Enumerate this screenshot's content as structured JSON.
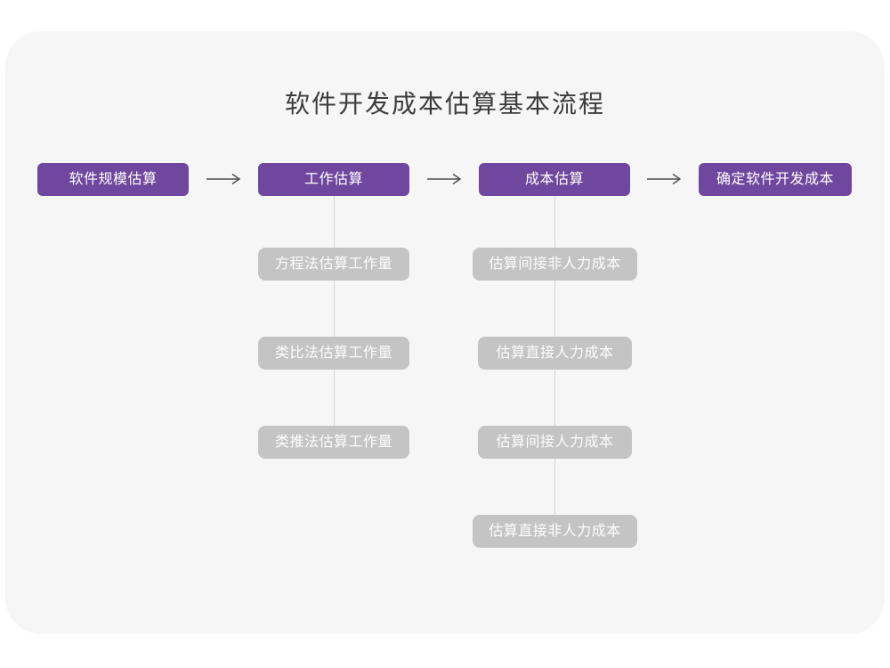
{
  "title": "软件开发成本估算基本流程",
  "colors": {
    "page_background": "#ffffff",
    "card_background": "#f6f6f7",
    "primary_box": "#6f479e",
    "primary_box_text": "#ffffff",
    "sub_box": "#c4c4c4",
    "sub_box_text": "#fdfdfd",
    "arrow": "#4d4d4d",
    "connector_line": "#d4d4d6",
    "title_text": "#3c3c3c"
  },
  "flow": {
    "main_steps": [
      {
        "label": "软件规模估算"
      },
      {
        "label": "工作估算"
      },
      {
        "label": "成本估算"
      },
      {
        "label": "确定软件开发成本"
      }
    ],
    "work_estimation_methods": [
      {
        "label": "方程法估算工作量"
      },
      {
        "label": "类比法估算工作量"
      },
      {
        "label": "类推法估算工作量"
      }
    ],
    "cost_estimation_steps": [
      {
        "label": "估算间接非人力成本"
      },
      {
        "label": "估算直接人力成本"
      },
      {
        "label": "估算间接人力成本"
      },
      {
        "label": "估算直接非人力成本"
      }
    ]
  },
  "icons": {
    "arrow_right": "arrow-right-icon"
  }
}
